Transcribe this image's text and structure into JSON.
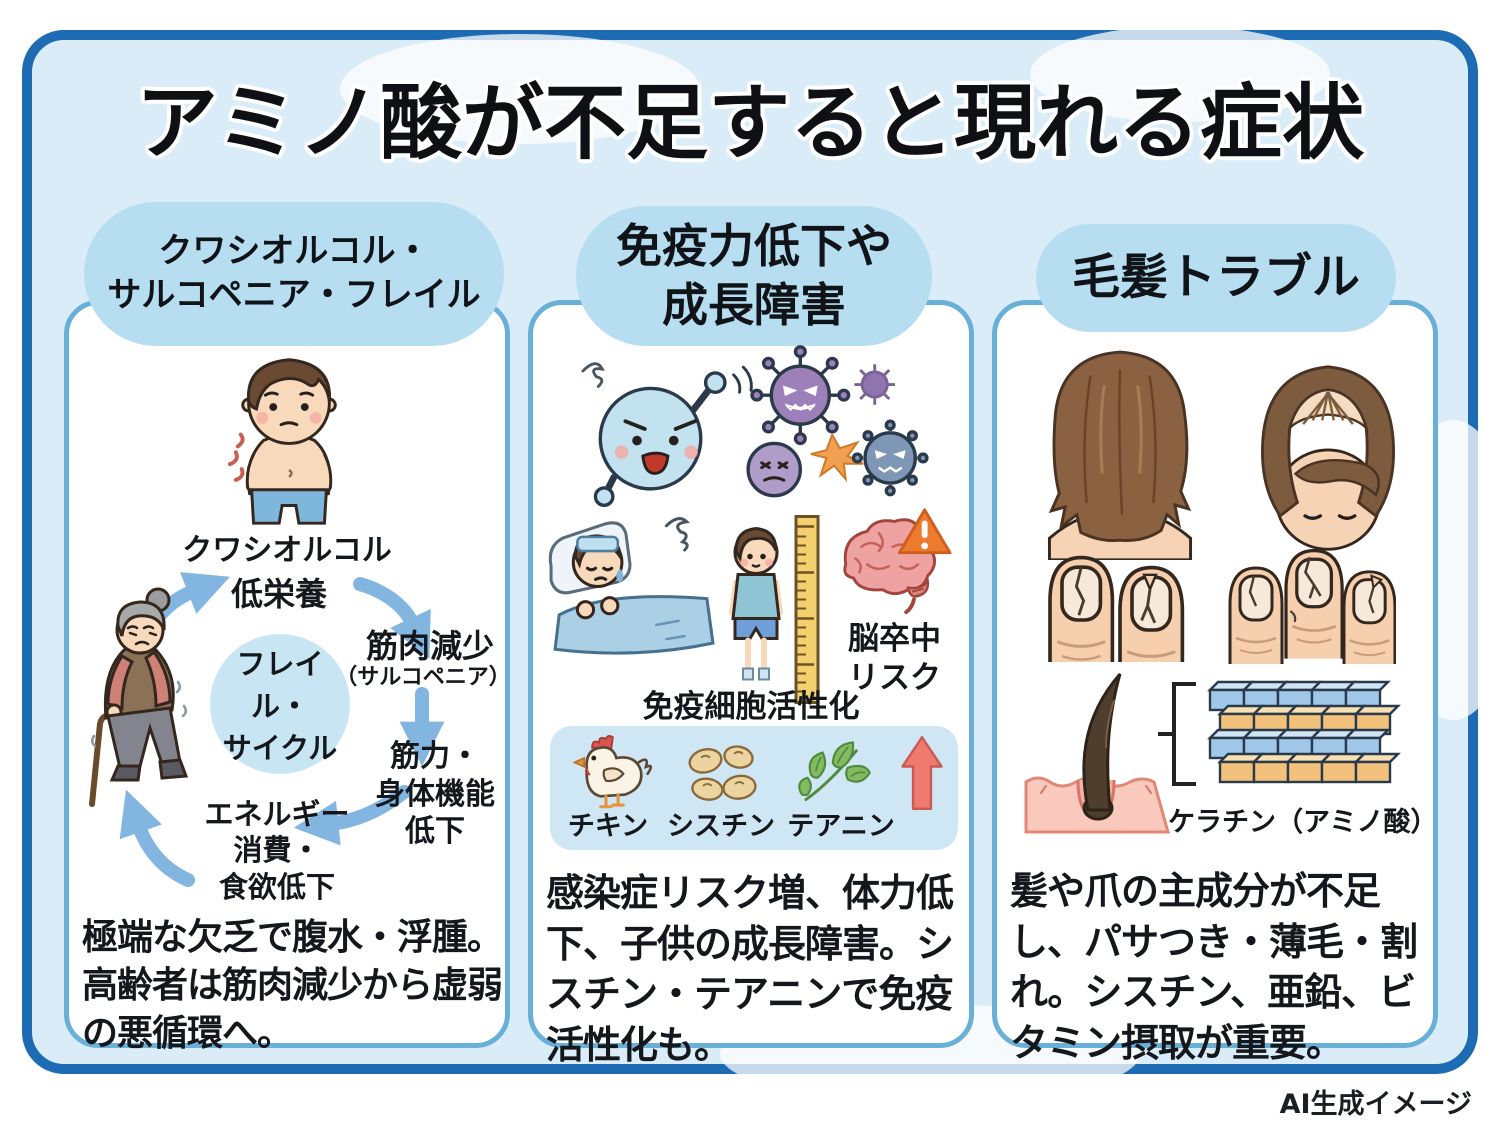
{
  "title": "アミノ酸が不足すると現れる症状",
  "credit": "AI生成イメージ",
  "colors": {
    "frame_border": "#1d6cb3",
    "inner_bg": "#d9ecf7",
    "panel_border": "#69b0d9",
    "pill_bg": "#b6ddf0",
    "cycle_circle_bg": "#c7e5f3",
    "cycle_arrow_blue": "#82b5e0",
    "food_box_bg": "#cfe7f5",
    "up_arrow_red": "#ee7a70",
    "warning_orange": "#ec7b2e",
    "text": "#14171b"
  },
  "col1": {
    "header": "クワシオルコル・\nサルコペニア・フレイル",
    "illustration_label": "クワシオルコル",
    "cycle": {
      "center": "フレイル・\nサイクル",
      "step_top": "低栄養",
      "step_right_main": "筋肉減少",
      "step_right_sub": "（サルコペニア）",
      "step_right2": "筋力・\n身体機能\n低下",
      "step_bottom": "エネルギー\n消費・\n食欲低下"
    },
    "paragraph": "極端な欠乏で腹水・浮腫。高齢者は筋肉減少から虚弱の悪循環へ。"
  },
  "col2": {
    "header": "免疫力低下や\n成長障害",
    "stroke_risk_label": "脳卒中\nリスク",
    "activation_title": "免疫細胞活性化",
    "foods": [
      {
        "label": "チキン"
      },
      {
        "label": "シスチン"
      },
      {
        "label": "テアニン"
      }
    ],
    "paragraph": "感染症リスク増、体力低下、子供の成長障害。シスチン・テアニンで免疫活性化も。"
  },
  "col3": {
    "header": "毛髪トラブル",
    "keratin_label": "ケラチン（アミノ酸）",
    "paragraph": "髪や爪の主成分が不足し、パサつき・薄毛・割れ。シスチン、亜鉛、ビタミン摂取が重要。"
  }
}
